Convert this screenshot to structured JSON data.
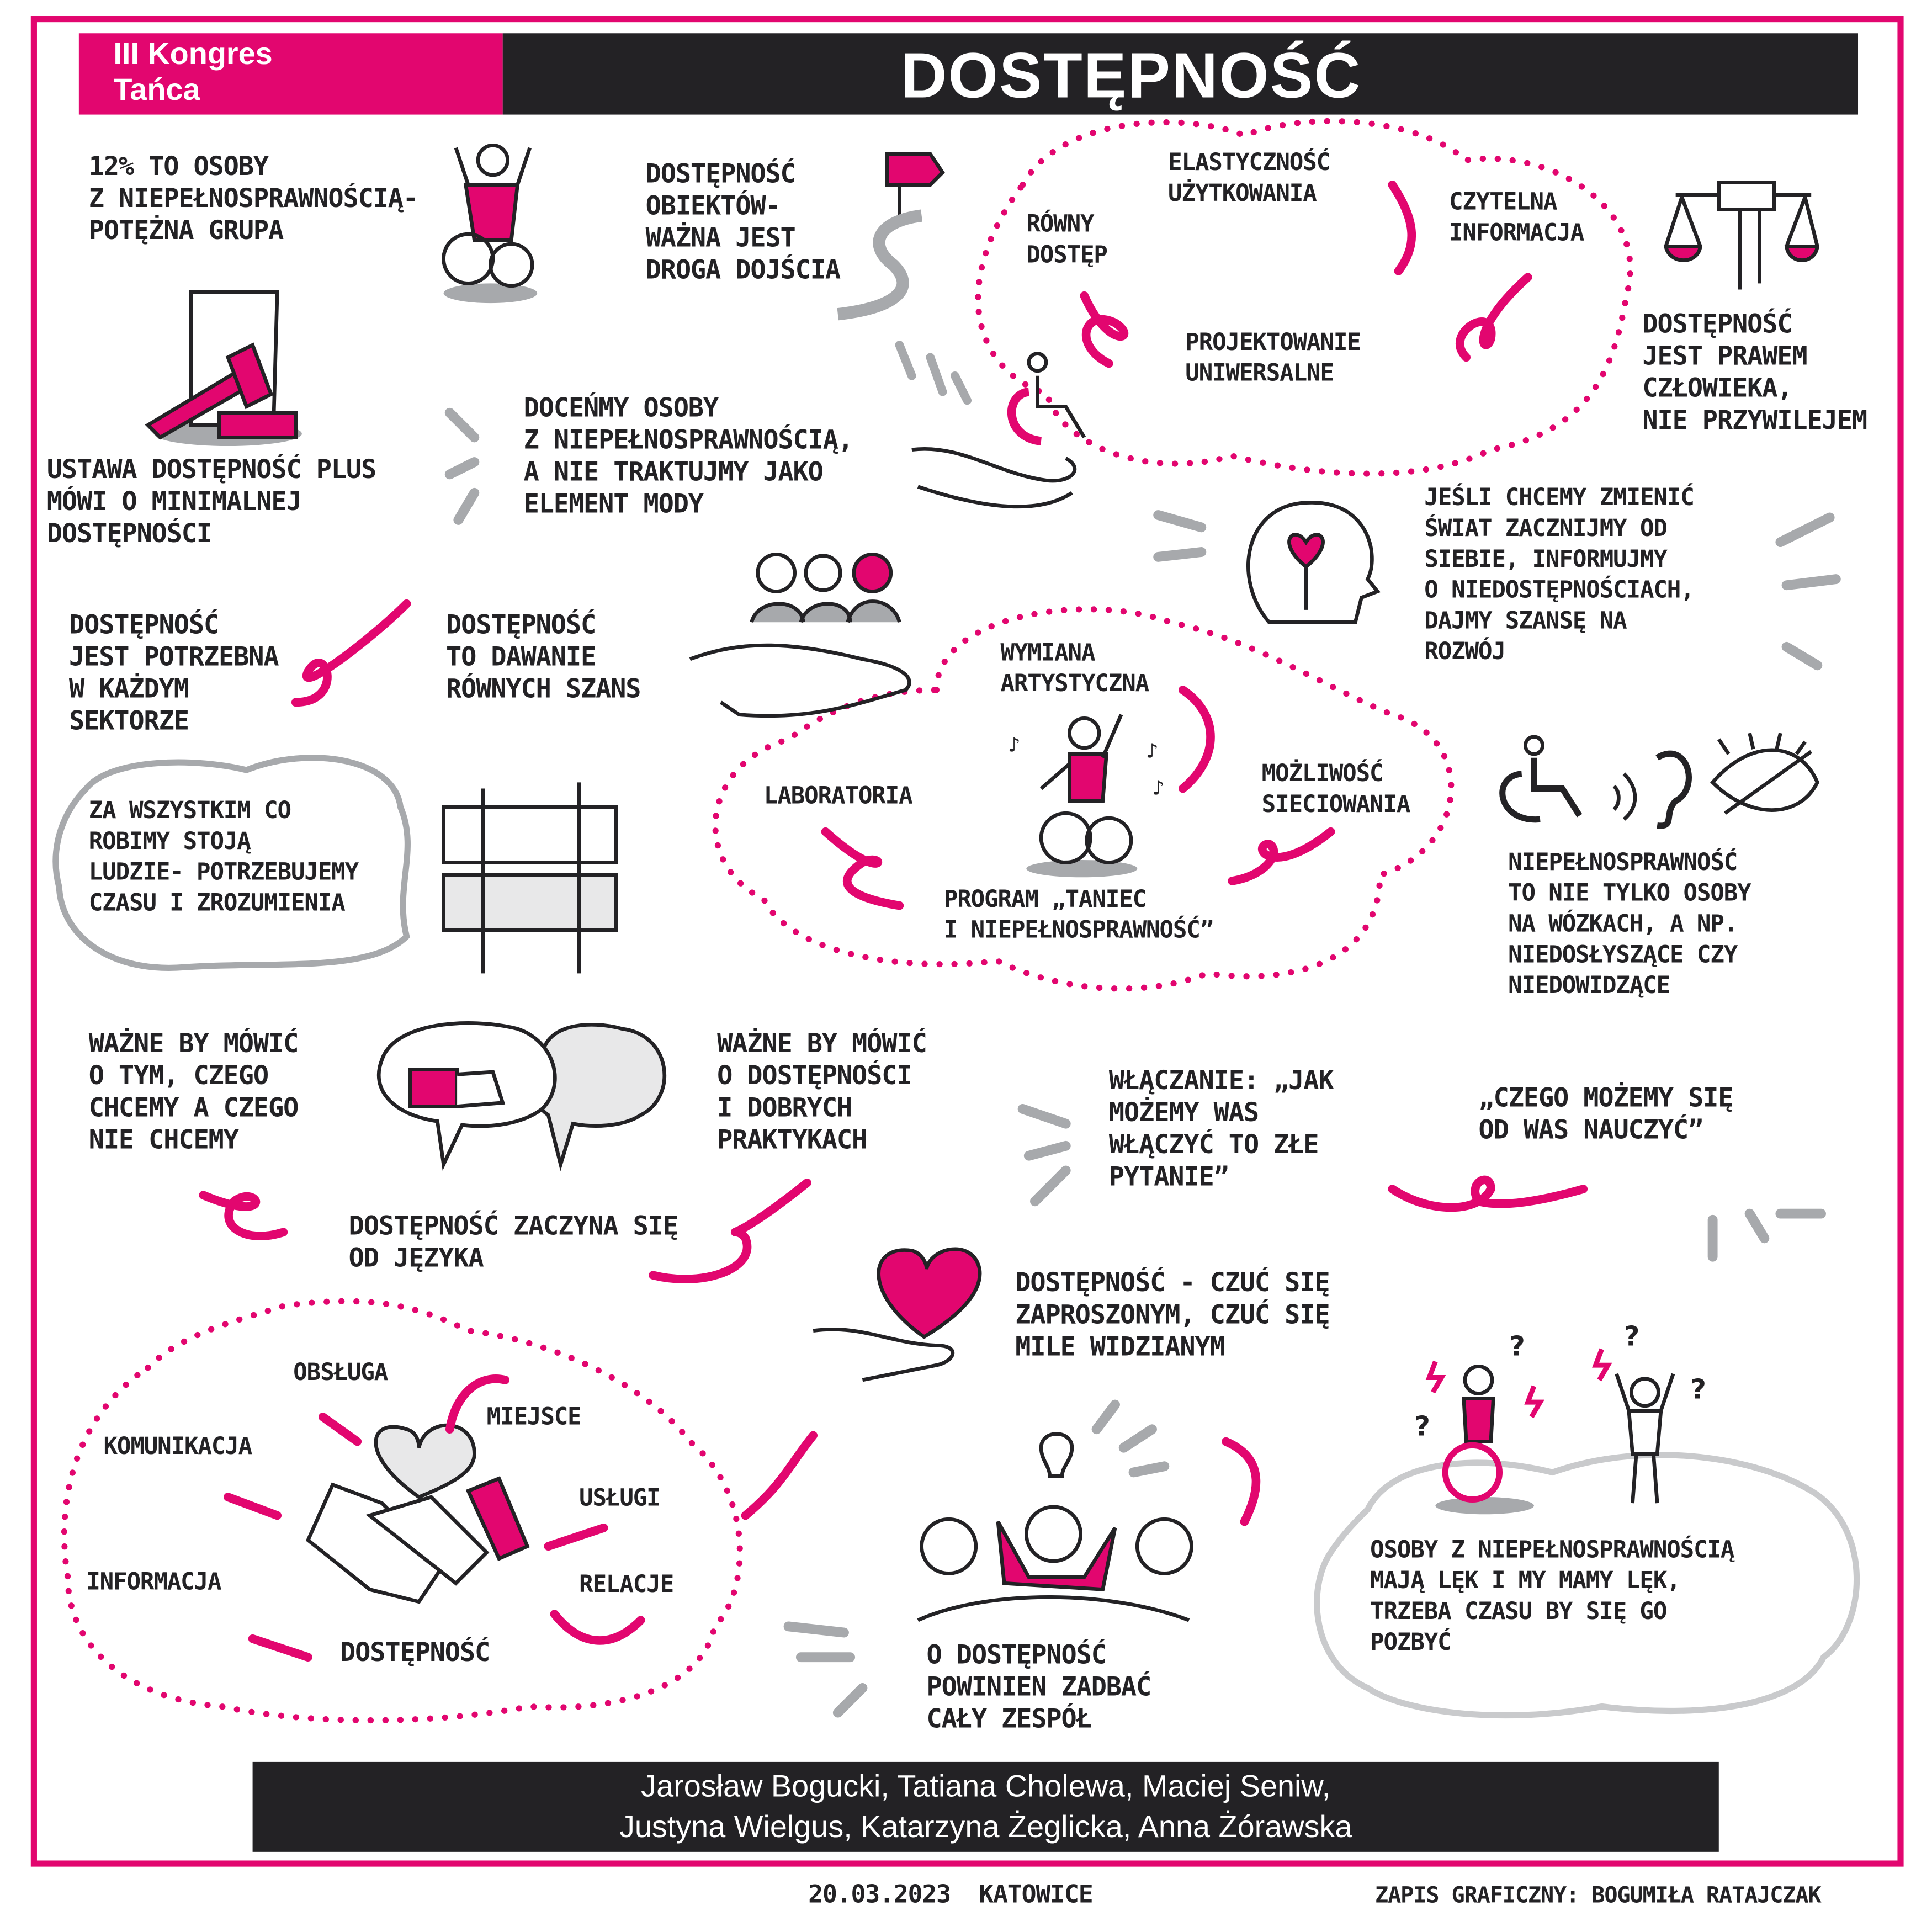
{
  "header": {
    "event_line1": "III Kongres",
    "event_line2": "Tańca",
    "title": "DOSTĘPNOŚĆ"
  },
  "notes": {
    "twelve_percent": "12% to osoby\nz niepełnosprawnością-\npotężna grupa",
    "objects": "Dostępność\nobiektów-\nważna jest\ndroga dojścia",
    "human_right": "Dostępność\njest prawem\nczłowieka,\nnie przywilejem",
    "law": "Ustawa Dostępność Plus\nmówi o minimalnej\ndostępności",
    "appreciate": "Doceńmy osoby\nz niepełnosprawnością,\na nie traktujmy jako\nelement mody",
    "change_world": "Jeśli chcemy zmienić\nświat zacznijmy od\nsiebie, informujmy\no niedostępnościach,\ndajmy szansę na\nrozwój",
    "every_sector": "Dostępność\njest potrzebna\nw każdym\nsektorze",
    "equal_chances": "Dostępność\nto dawanie\nrównych szans",
    "people": "Za wszystkim co\nrobimy stoją\nludzie- potrzebujemy\nczasu i zrozumienia",
    "not_only_wheelchair": "Niepełnosprawność\nto nie tylko osoby\nna wózkach, a np.\nniedosłyszące czy\nniedowidzące",
    "say_what_we_want": "Ważne by mówić\no tym, czego\nchcemy a czego\nnie chcemy",
    "good_practices": "Ważne by mówić\no dostępności\ni dobrych\npraktykach",
    "inclusion": "Włączanie: „Jak\nmożemy was\nwłączyć to złe\npytanie”",
    "learn": "„Czego możemy się\nod was nauczyć”",
    "language": "Dostępność zaczyna się\nod języka",
    "invited": "Dostępność - czuć się\nzaproszonym, czuć się\nmile widzianym",
    "team": "O dostępność\npowinien zadbać\ncały zespół",
    "fear": "Osoby z niepełnosprawnością\nmają lęk i my mamy lęk,\ntrzeba czasu by się go\npozbyć"
  },
  "cloud_universal_design": {
    "center": "Projektowanie\nuniwersalne",
    "items": [
      "Równy\ndostęp",
      "Elastyczność\nużytkowania",
      "Czytelna\ninformacja"
    ]
  },
  "cloud_program": {
    "center": "Program „Taniec\ni niepełnosprawność”",
    "items": [
      "Wymiana\nartystyczna",
      "Laboratoria",
      "Możliwość\nsieciowania"
    ]
  },
  "cloud_accessibility": {
    "center": "Dostępność",
    "items": [
      "Obsługa",
      "Miejsce",
      "Komunikacja",
      "Usługi",
      "Informacja",
      "Relacje"
    ]
  },
  "footer": {
    "authors_line1": "Jarosław Bogucki, Tatiana Cholewa, Maciej Seniw,",
    "authors_line2": "Justyna Wielgus, Katarzyna Żeglicka, Anna Żórawska",
    "date_place": "20.03.2023  Katowice",
    "credit": "Zapis graficzny: Bogumiła Ratajczak"
  },
  "colors": {
    "accent": "#e2066f",
    "dark": "#232225",
    "gray": "#a7a9ac"
  },
  "icons": [
    "wheelchair-person-icon",
    "signpost-road-icon",
    "scales-fist-icon",
    "document-gavel-icon",
    "hand-wheelchair-icon",
    "head-heart-icon",
    "hand-people-icon",
    "linked-hands-icon",
    "dancer-wheelchair-icon",
    "accessibility-icons",
    "speech-bubbles-icon",
    "hand-heart-icon",
    "handshake-heart-icon",
    "team-lightbulb-icon",
    "confused-people-icon"
  ]
}
